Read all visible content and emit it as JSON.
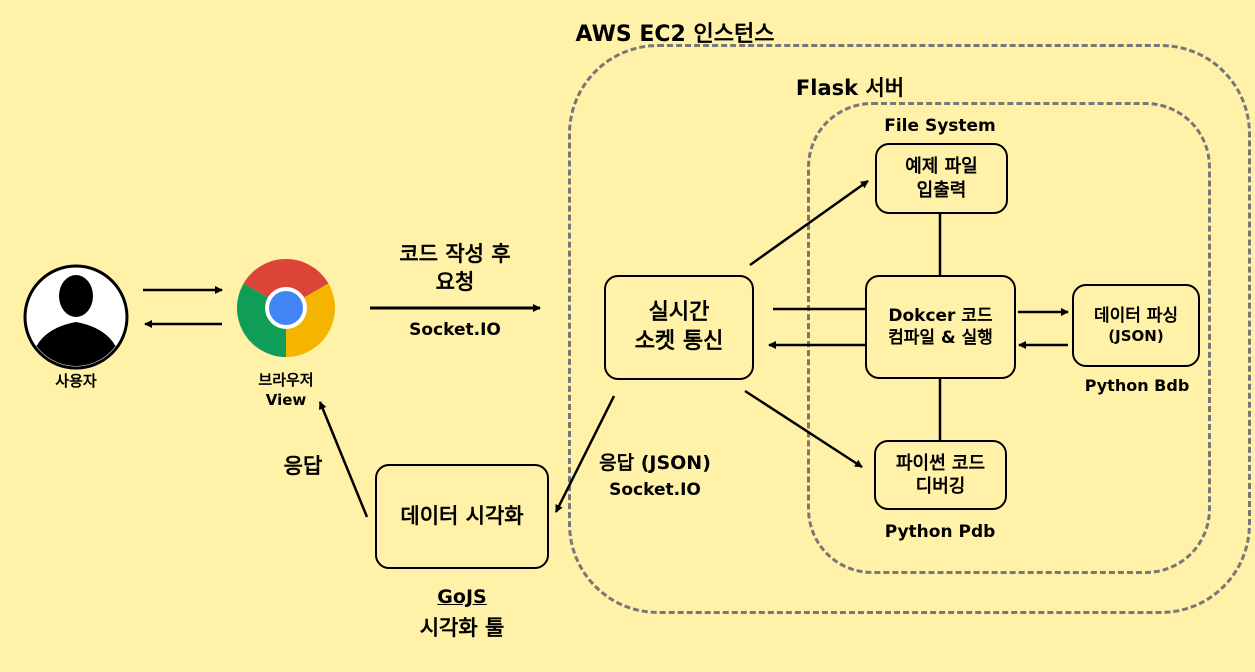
{
  "regions": {
    "aws_ec2": "AWS EC2 인스턴스",
    "flask": "Flask 서버",
    "file_system": "File System"
  },
  "user": {
    "label": "사용자"
  },
  "browser": {
    "label_line1": "브라우저",
    "label_line2": "View"
  },
  "request": {
    "label_line1": "코드 작성 후",
    "label_line2": "요청",
    "protocol": "Socket.IO"
  },
  "response_left": {
    "label": "응답"
  },
  "response_json": {
    "label": "응답 (JSON)",
    "protocol": "Socket.IO"
  },
  "nodes": {
    "realtime": {
      "line1": "실시간",
      "line2": "소켓 통신"
    },
    "example_io": {
      "line1": "예제 파일",
      "line2": "입출력"
    },
    "compile": {
      "line1": "Dokcer 코드",
      "line2": "컴파일 & 실행"
    },
    "debug": {
      "line1": "파이썬 코드",
      "line2": "디버깅"
    },
    "parse": {
      "line1": "데이터 파싱",
      "line2": "(JSON)"
    },
    "visualize": {
      "line1": "데이터 시각화"
    }
  },
  "captions": {
    "python_bdb": "Python Bdb",
    "python_pdb": "Python Pdb",
    "gojs": "GoJS",
    "gojs_sub": "시각화 툴"
  },
  "colors": {
    "background": "#fff2a8",
    "dashed_border": "#777777",
    "chrome_red": "#db4437",
    "chrome_green": "#0f9d58",
    "chrome_yellow": "#f4b400",
    "chrome_blue": "#4285f4"
  },
  "icons": {
    "user": "user-silhouette-icon",
    "browser": "chrome-browser-icon"
  }
}
